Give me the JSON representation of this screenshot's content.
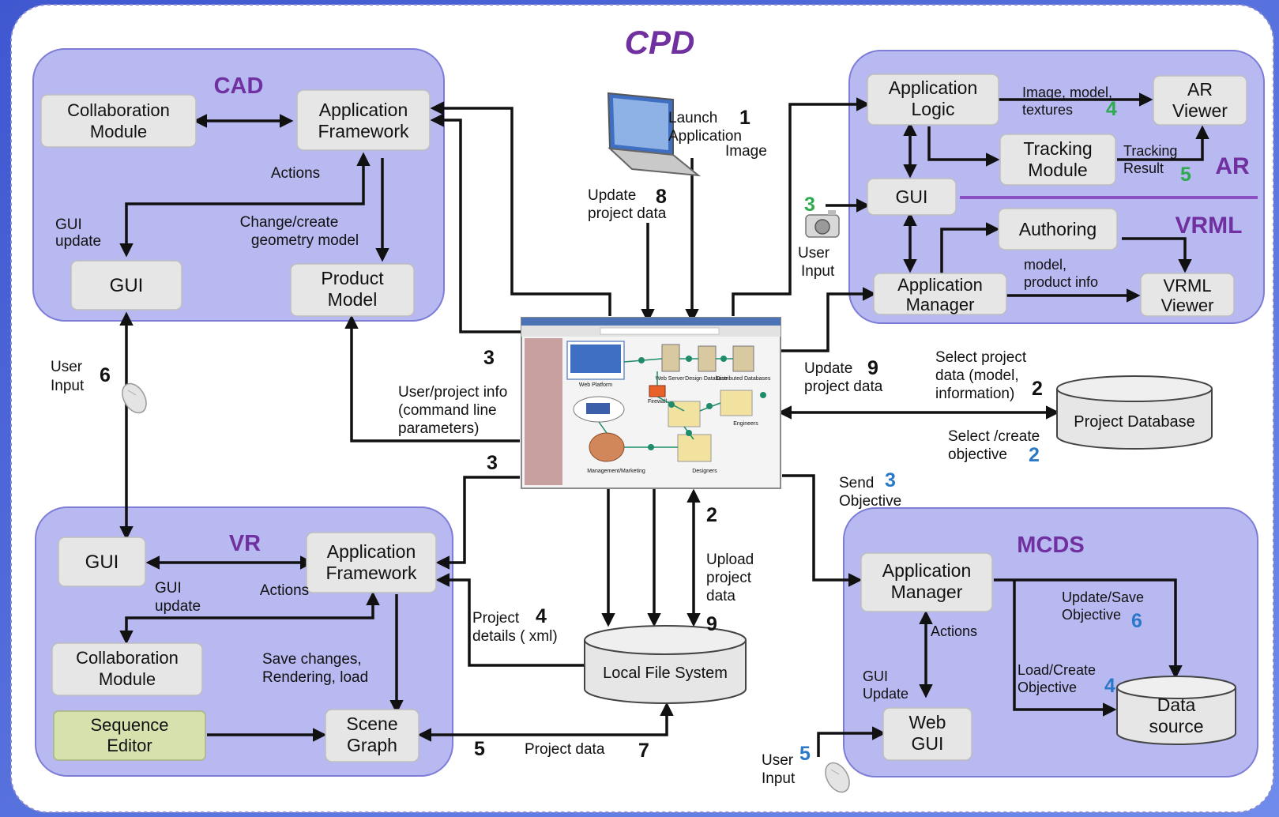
{
  "title": "CPD",
  "colors": {
    "background": "#4A6BD8",
    "panel": "#FFFFFF",
    "group_fill": "#B9B9F2",
    "group_title": "#7030A0",
    "node_fill": "#E6E6E6",
    "sequence_fill": "#D6E1AE",
    "step_green": "#2EAA4E",
    "step_blue": "#2A78C8"
  },
  "groups": {
    "cad": "CAD",
    "vr": "VR",
    "ar": "AR",
    "vrml": "VRML",
    "mcds": "MCDS"
  },
  "nodes": {
    "cad_collab": [
      "Collaboration",
      "Module"
    ],
    "cad_appfw": [
      "Application",
      "Framework"
    ],
    "cad_gui": [
      "GUI"
    ],
    "cad_product": [
      "Product",
      "Model"
    ],
    "vr_gui": [
      "GUI"
    ],
    "vr_appfw": [
      "Application",
      "Framework"
    ],
    "vr_collab": [
      "Collaboration",
      "Module"
    ],
    "vr_seq": [
      "Sequence",
      "Editor"
    ],
    "vr_scene": [
      "Scene",
      "Graph"
    ],
    "ar_logic": [
      "Application",
      "Logic"
    ],
    "ar_viewer": [
      "AR",
      "Viewer"
    ],
    "ar_tracking": [
      "Tracking",
      "Module"
    ],
    "ar_gui": [
      "GUI"
    ],
    "vrml_authoring": [
      "Authoring"
    ],
    "vrml_appmgr": [
      "Application",
      "Manager"
    ],
    "vrml_viewer": [
      "VRML",
      "Viewer"
    ],
    "mcds_appmgr": [
      "Application",
      "Manager"
    ],
    "mcds_webgui": [
      "Web",
      "GUI"
    ],
    "mcds_datasource": [
      "Data",
      "source"
    ],
    "project_db": [
      "Project Database"
    ],
    "local_fs": [
      "Local File System"
    ]
  },
  "screen_labels": {
    "web_platform": "Web Platform",
    "web_server": "Web Server",
    "design_db": "Design Database",
    "distributed_db": "Distributed Databases",
    "firewall": "Firewall",
    "engineers": "Engineers",
    "management": "Management/Marketing",
    "designers": "Designers"
  },
  "labels": {
    "actions_cad": [
      "Actions"
    ],
    "gui_update_cad": [
      "GUI",
      "update"
    ],
    "change_geometry": [
      "Change/create",
      "geometry model"
    ],
    "user_input_6": [
      "User",
      "Input"
    ],
    "launch_app": [
      "Launch",
      "Application",
      "Image"
    ],
    "update_proj_8": [
      "Update",
      "project  data"
    ],
    "user_project_info": [
      "User/project info",
      "(command line",
      "parameters)"
    ],
    "image_model_textures": [
      "Image, model,",
      "textures"
    ],
    "tracking_result": [
      "Tracking",
      "Result"
    ],
    "user_input_3": [
      "User",
      "Input"
    ],
    "model_product_info": [
      "model,",
      "product info"
    ],
    "update_proj_9": [
      "Update",
      "project data"
    ],
    "select_project_data": [
      "Select project",
      "data (model,",
      "information)"
    ],
    "select_create_obj": [
      "Select /create",
      "objective"
    ],
    "send_objective": [
      "Send",
      "Objective"
    ],
    "upload_project_data": [
      "Upload",
      "project",
      "data"
    ],
    "project_details": [
      "Project",
      "details  ( xml)"
    ],
    "gui_update_vr": [
      "GUI",
      "update"
    ],
    "actions_vr": [
      "Actions"
    ],
    "save_changes": [
      "Save changes,",
      "Rendering, load"
    ],
    "project_data": [
      "Project  data"
    ],
    "update_save_obj": [
      "Update/Save",
      "Objective"
    ],
    "actions_mcds": [
      "Actions"
    ],
    "gui_update_mcds": [
      "GUI",
      "Update"
    ],
    "load_create_obj": [
      "Load/Create",
      "Objective"
    ],
    "user_input_5": [
      "User",
      "Input"
    ]
  },
  "steps": {
    "s1": "1",
    "s8": "8",
    "s3_left_top": "3",
    "s3_left_mid": "3",
    "s6": "6",
    "s4_ar": "4",
    "s5_ar": "5",
    "s3_green": "3",
    "s9_update": "9",
    "s2_select": "2",
    "s2_obj": "2",
    "s3_send": "3",
    "s2_upload": "2",
    "s9_upload": "9",
    "s4_details": "4",
    "s5_bottom": "5",
    "s7_bottom": "7",
    "s6_mcds": "6",
    "s4_mcds": "4",
    "s5_mcds": "5"
  }
}
